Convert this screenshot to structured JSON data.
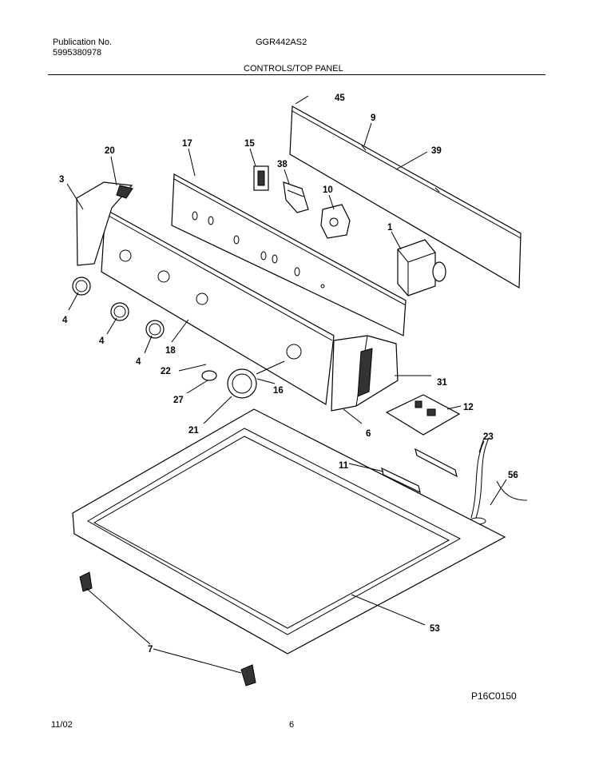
{
  "header": {
    "publication_label": "Publication No.",
    "publication_number": "5995380978",
    "model": "GGR442AS2",
    "section_title": "CONTROLS/TOP PANEL"
  },
  "callouts": {
    "c45": "45",
    "c9": "9",
    "c39": "39",
    "c20": "20",
    "c17": "17",
    "c15": "15",
    "c38": "38",
    "c10": "10",
    "c3": "3",
    "c1": "1",
    "c4a": "4",
    "c4b": "4",
    "c4c": "4",
    "c18": "18",
    "c22": "22",
    "c27": "27",
    "c16": "16",
    "c31": "31",
    "c21": "21",
    "c6": "6",
    "c12": "12",
    "c23": "23",
    "c11": "11",
    "c56": "56",
    "c53": "53",
    "c7": "7"
  },
  "footer": {
    "figure_code": "P16C0150",
    "date": "11/02",
    "page_number": "6"
  }
}
